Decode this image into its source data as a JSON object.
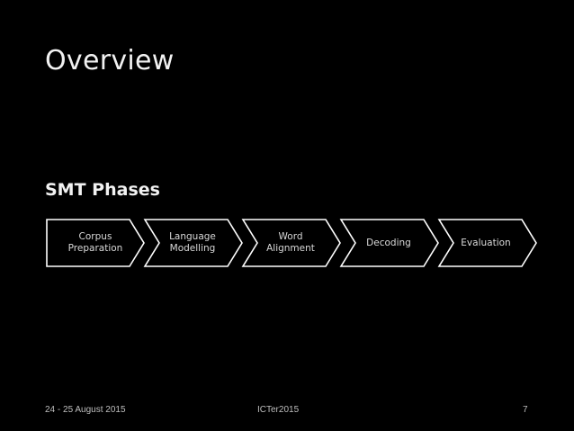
{
  "slide": {
    "title": "Overview",
    "subtitle": "SMT Phases",
    "phases": [
      "Corpus\nPreparation",
      "Language\nModelling",
      "Word\nAlignment",
      "Decoding",
      "Evaluation"
    ],
    "colors": {
      "background": "#000000",
      "chevron_fill": "#000000",
      "chevron_outline": "#ffffff",
      "text": "#f2f2f2"
    }
  },
  "footer": {
    "date": "24 - 25 August 2015",
    "event": "ICTer2015",
    "page_number": "7"
  }
}
